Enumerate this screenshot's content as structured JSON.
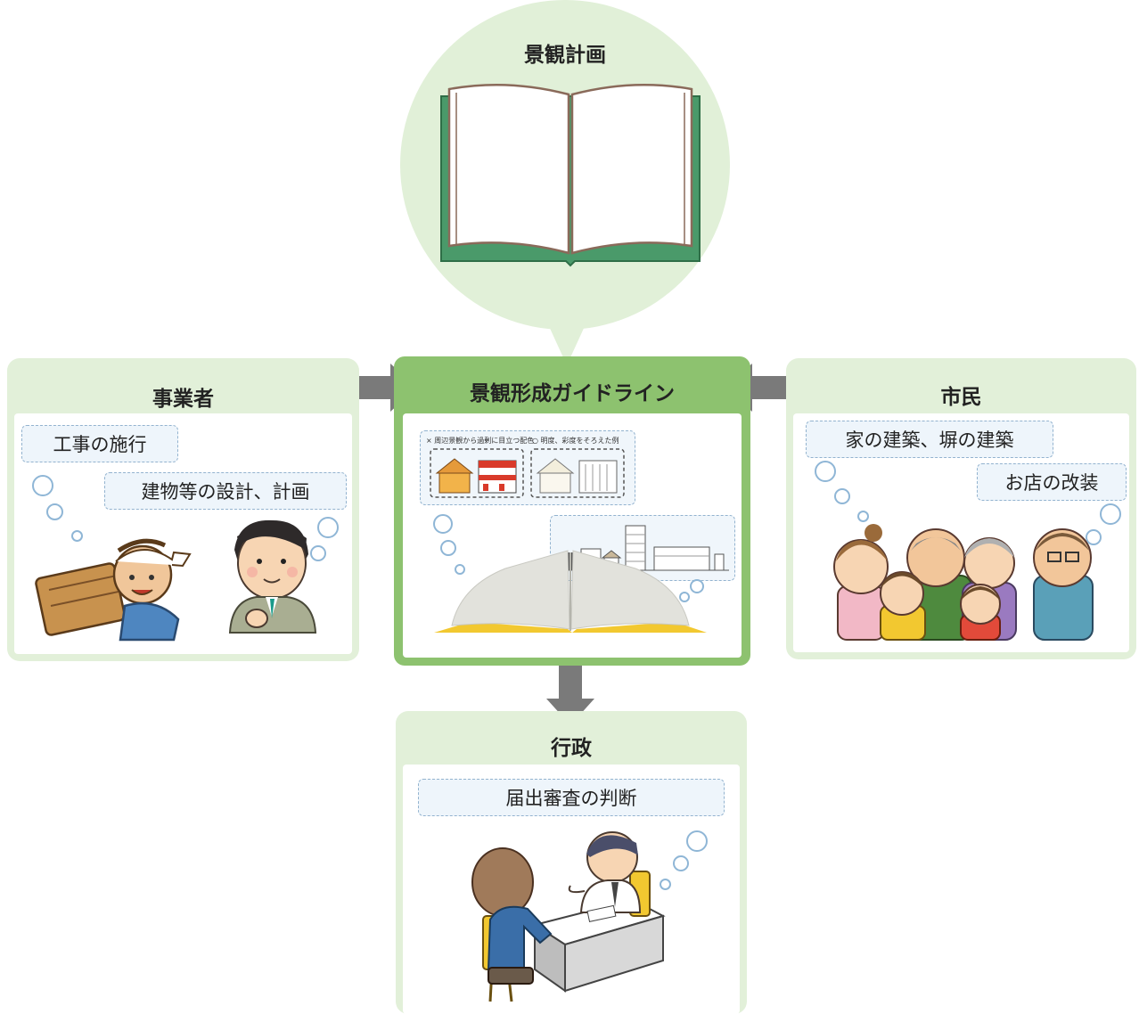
{
  "top_bubble": {
    "title": "景観計画"
  },
  "center_panel": {
    "title": "景観形成ガイドライン",
    "example_bad_label": "周辺景観から過剰に目立つ配色",
    "example_good_label": "明度、彩度をそろえた例"
  },
  "left_panel": {
    "title": "事業者",
    "tags": [
      "工事の施行",
      "建物等の設計、計画"
    ]
  },
  "right_panel": {
    "title": "市民",
    "tags": [
      "家の建築、塀の建築",
      "お店の改装"
    ]
  },
  "bottom_panel": {
    "title": "行政",
    "tags": [
      "届出審査の判断"
    ]
  },
  "colors": {
    "panel_bg": "#e2f0d9",
    "center_border": "#8dc26f",
    "arrow": "#7a7a7a",
    "tag_border": "#93b3cf",
    "book_green": "#4a9a6a"
  }
}
